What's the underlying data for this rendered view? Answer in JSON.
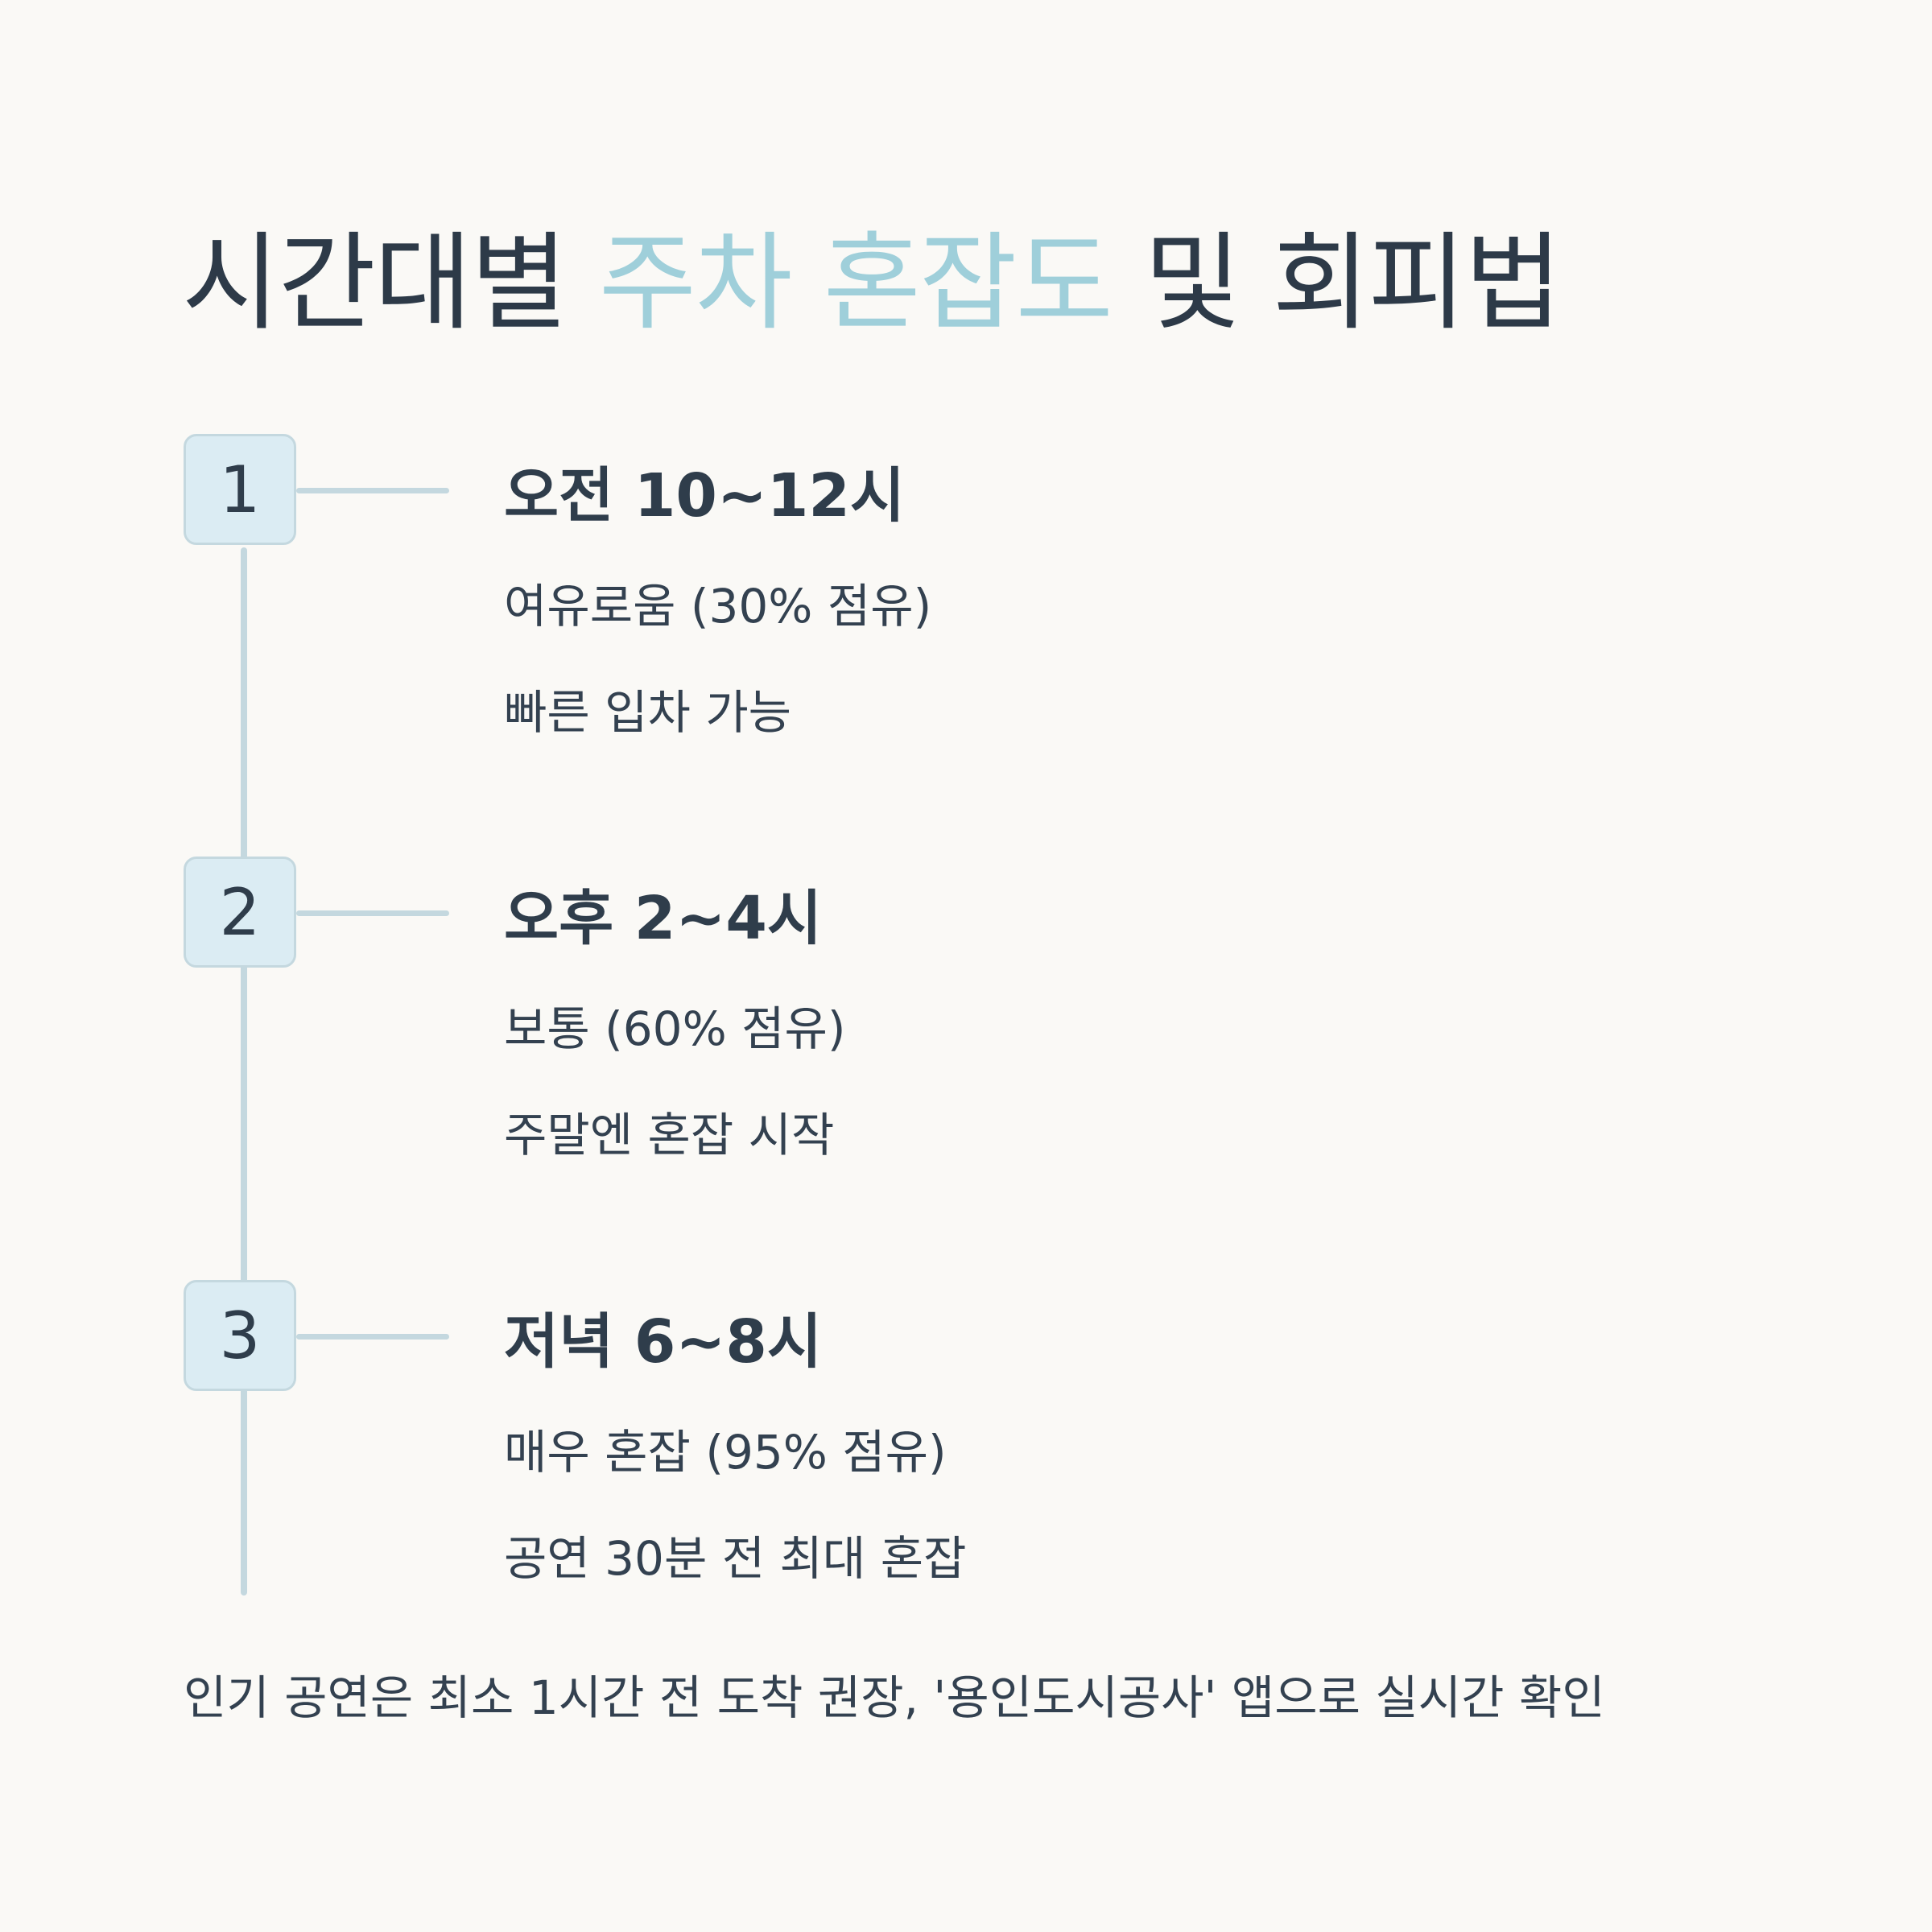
{
  "title": {
    "part1": "시간대별 ",
    "accent": "주차 혼잡도",
    "part2": " 및 회피법",
    "accent_color": "#9fcfda"
  },
  "steps": [
    {
      "number": "1",
      "heading": "오전 10~12시",
      "line1": "여유로움 (30% 점유)",
      "line2": "빠른 입차 가능"
    },
    {
      "number": "2",
      "heading": "오후 2~4시",
      "line1": "보통 (60% 점유)",
      "line2": "주말엔 혼잡 시작"
    },
    {
      "number": "3",
      "heading": "저녁 6~8시",
      "line1": "매우 혼잡 (95% 점유)",
      "line2": "공연 30분 전 최대 혼잡"
    }
  ],
  "footer": "인기 공연은 최소 1시간 전 도착 권장, '용인도시공사' 앱으로 실시간 확인"
}
